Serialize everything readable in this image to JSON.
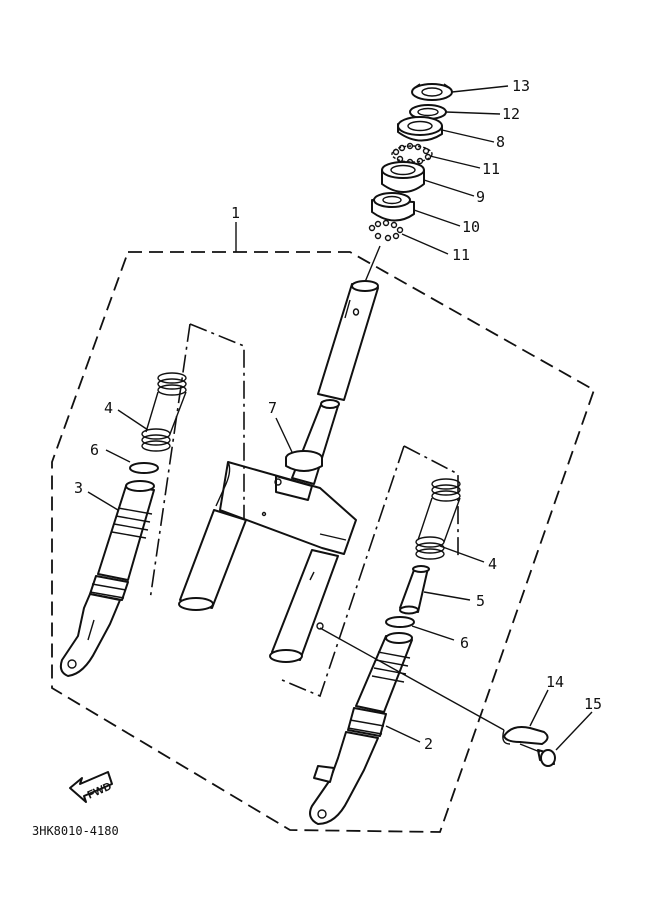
{
  "diagram": {
    "code": "3HK8010-4180",
    "fwd_label": "FWD",
    "callouts": [
      {
        "id": "c1",
        "label": "1"
      },
      {
        "id": "c2",
        "label": "2"
      },
      {
        "id": "c3",
        "label": "3"
      },
      {
        "id": "c4a",
        "label": "4"
      },
      {
        "id": "c4b",
        "label": "4"
      },
      {
        "id": "c5",
        "label": "5"
      },
      {
        "id": "c6a",
        "label": "6"
      },
      {
        "id": "c6b",
        "label": "6"
      },
      {
        "id": "c7",
        "label": "7"
      },
      {
        "id": "c8",
        "label": "8"
      },
      {
        "id": "c9",
        "label": "9"
      },
      {
        "id": "c10",
        "label": "10"
      },
      {
        "id": "c11a",
        "label": "11"
      },
      {
        "id": "c11b",
        "label": "11"
      },
      {
        "id": "c12",
        "label": "12"
      },
      {
        "id": "c13",
        "label": "13"
      },
      {
        "id": "c14",
        "label": "14"
      },
      {
        "id": "c15",
        "label": "15"
      }
    ]
  }
}
